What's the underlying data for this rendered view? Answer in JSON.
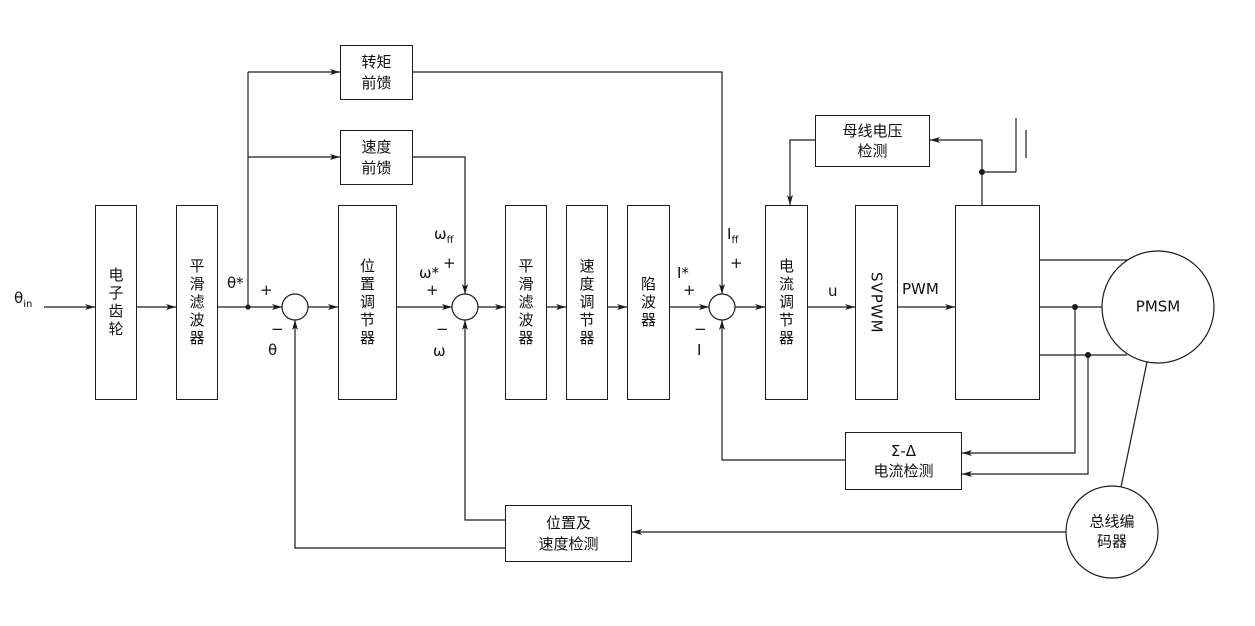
{
  "blocks": {
    "electronic_gear": {
      "label": "电子齿轮"
    },
    "smoothing_filter_1": {
      "label": "平滑滤波器"
    },
    "position_regulator": {
      "label": "位置调节器"
    },
    "torque_feedforward": {
      "line1": "转矩",
      "line2": "前馈"
    },
    "speed_feedforward": {
      "line1": "速度",
      "line2": "前馈"
    },
    "smoothing_filter_2": {
      "label": "平滑滤波器"
    },
    "speed_regulator": {
      "label": "速度调节器"
    },
    "notch_filter": {
      "label": "陷波器"
    },
    "current_regulator": {
      "label": "电流调节器"
    },
    "svpwm": {
      "label": "SVPWM"
    },
    "bus_voltage_detection": {
      "line1": "母线电压",
      "line2": "检测"
    },
    "sigma_delta_current_detection": {
      "line1": "Σ-Δ",
      "line2": "电流检测"
    },
    "position_speed_detection": {
      "line1": "位置及",
      "line2": "速度检测"
    },
    "pmsm": {
      "label": "PMSM"
    },
    "bus_encoder": {
      "line1": "总线编",
      "line2": "码器"
    }
  },
  "signals": {
    "theta_in_base": "θ",
    "theta_in_sub": "in",
    "theta_ref": "θ*",
    "omega_ref": "ω*",
    "omega_ff_base": "ω",
    "omega_ff_sub": "ff",
    "current_ref": "I*",
    "current_ff_base": "I",
    "current_ff_sub": "ff",
    "control_voltage": "u",
    "pwm": "PWM",
    "theta_feedback": "θ",
    "omega_feedback": "ω",
    "current_feedback": "I",
    "plus": "+",
    "minus": "−"
  },
  "colors": {
    "line": "#1c1c1c",
    "background": "#ffffff"
  }
}
